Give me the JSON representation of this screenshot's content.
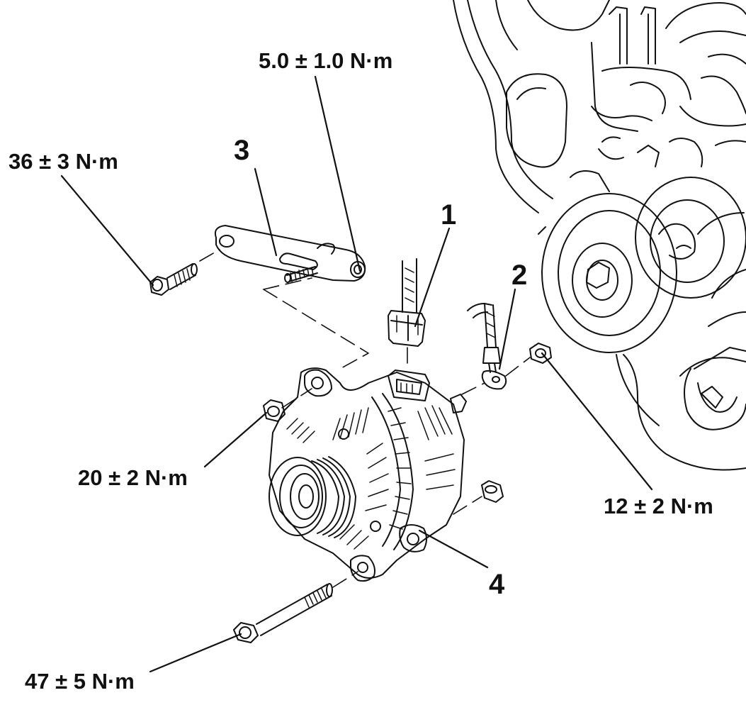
{
  "torques": {
    "bracket_nut": "5.0 ± 1.0 N·m",
    "bracket_bolt": "36 ± 3 N·m",
    "upper_mount_nut": "20 ± 2 N·m",
    "terminal_nut": "12 ± 2 N·m",
    "lower_mount_bolt": "47 ± 5 N·m"
  },
  "callouts": {
    "connector": "1",
    "terminal_cable": "2",
    "bracket": "3",
    "alternator": "4"
  },
  "colors": {
    "ink": "#111111",
    "paper": "#ffffff"
  }
}
